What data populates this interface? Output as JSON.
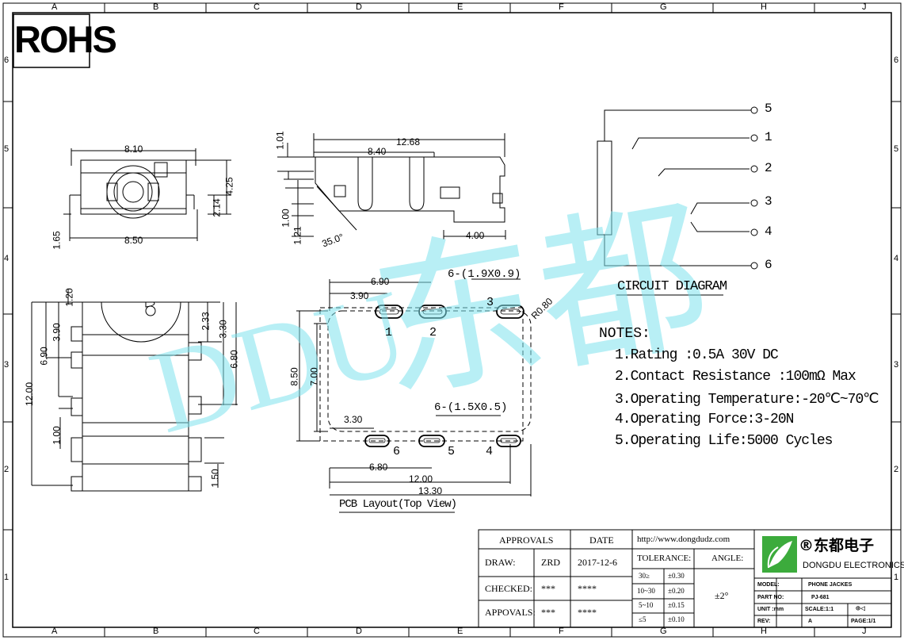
{
  "rohs": "ROHS",
  "watermark": {
    "latin": "DDU",
    "chinese": "东都"
  },
  "grid": {
    "cols": [
      "A",
      "B",
      "C",
      "D",
      "E",
      "F",
      "G",
      "H",
      "J"
    ],
    "rows": [
      "6",
      "5",
      "4",
      "3",
      "2",
      "1"
    ]
  },
  "front_view": {
    "d_810": "8.10",
    "d_850": "8.50",
    "d_425": "4.25",
    "d_214": "2.14",
    "d_165": "1.65"
  },
  "side_view": {
    "d_1268": "12.68",
    "d_840": "8.40",
    "d_101": "1.01",
    "d_100": "1.00",
    "d_121": "1.21",
    "d_35": "35.0°",
    "d_400": "4.00"
  },
  "circuit": {
    "title": "CIRCUIT DIAGRAM",
    "pins": [
      "5",
      "1",
      "2",
      "3",
      "4",
      "6"
    ]
  },
  "notes": {
    "title": "NOTES:",
    "items": [
      "1.Rating :0.5A 30V DC",
      "2.Contact Resistance :100mΩ Max",
      "3.Operating Temperature:-20℃~70℃",
      "4.Operating Force:3-20N",
      "5.Operating Life:5000 Cycles"
    ]
  },
  "left_view": {
    "d_120": "1.20",
    "d_390": "3.90",
    "d_690": "6.90",
    "d_1200": "12.00",
    "d_100": "1.00",
    "d_233": "2.33",
    "d_330": "3.30",
    "d_680": "6.80",
    "d_150": "1.50"
  },
  "pcb": {
    "caption": "PCB Layout(Top View)",
    "slot_top": "6-(1.9X0.9)",
    "slot_bottom": "6-(1.5X0.5)",
    "d_690": "6.90",
    "d_390": "3.90",
    "d_r080": "R0.80",
    "d_850": "8.50",
    "d_700": "7.00",
    "d_330": "3.30",
    "d_680": "6.80",
    "d_1200": "12.00",
    "d_1330": "13.30",
    "pads_top": [
      "1",
      "2",
      "3"
    ],
    "pads_bottom": [
      "6",
      "5",
      "4"
    ]
  },
  "title_block": {
    "approvals": "APPROVALS",
    "date": "DATE",
    "url": "http://www.dongdudz.com",
    "draw": "DRAW:",
    "draw_by": "ZRD",
    "draw_date": "2017-12-6",
    "checked": "CHECKED:",
    "checked_by": "***",
    "checked_date": "****",
    "appovals": "APPOVALS:",
    "appovals_by": "***",
    "appovals_date": "****",
    "tolerance": "TOLERANCE:",
    "angle": "ANGLE:",
    "angle_val": "±2°",
    "tol_rows": [
      [
        "30≥",
        "±0.30"
      ],
      [
        "10~30",
        "±0.20"
      ],
      [
        "5~10",
        "±0.15"
      ],
      [
        "≤5",
        "±0.10"
      ]
    ],
    "company_cn": "®东都电子",
    "company_en": "DONGDU ELECTRONICS",
    "model_lbl": "MODEL:",
    "model": "PHONE JACKES",
    "partno_lbl": "PART NO:",
    "partno": "PJ-681",
    "unit_lbl": "UNIT :mm",
    "scale": "SCALE:1:1",
    "rev_lbl": "REV:",
    "rev": "A",
    "page": "PAGE:1/1"
  }
}
